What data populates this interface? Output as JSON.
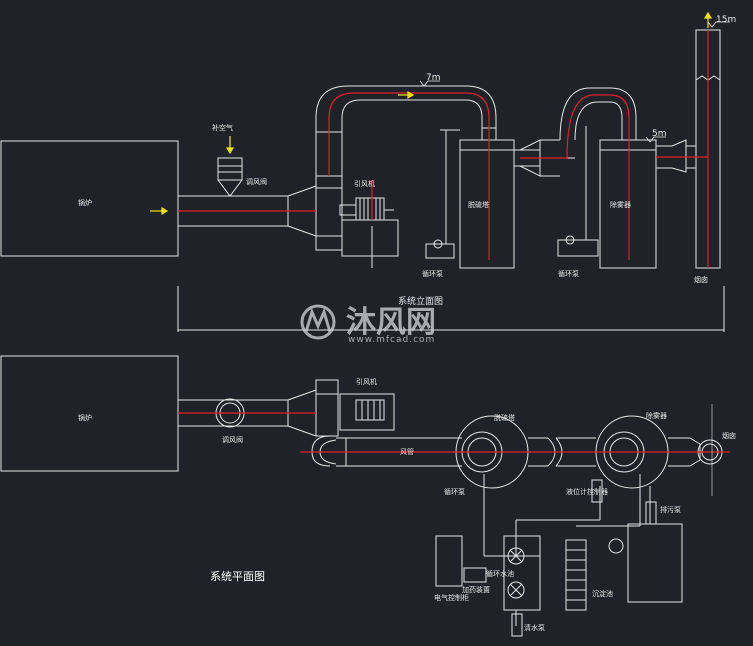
{
  "labels": {
    "elev_top": "15m",
    "elev_duct": "7m",
    "elev_mid": "5m",
    "boiler_elev": "锅炉",
    "boiler_plan": "锅炉",
    "air_supply": "补空气",
    "damper": "调风阀",
    "fan_elev": "引风机",
    "fan_plan": "引风机",
    "tower1_elev": "脱硫塔",
    "tower2_elev": "除雾器",
    "pump1": "循环泵",
    "pump2": "循环泵",
    "chimney": "烟囱",
    "elev_title": "系统立面图",
    "plan_damper": "调风阀",
    "plan_duct": "风管",
    "plan_tower1": "脱硫塔",
    "plan_tower2": "除雾器",
    "plan_chimney": "烟囱",
    "plan_pump_a": "循环泵",
    "plan_meter": "液位计控制器",
    "plan_tank": "循环水池",
    "plan_dosing": "加药装置",
    "plan_control": "电气控制柜",
    "plan_sludge": "沉淀池",
    "plan_pump_b": "排污泵",
    "plan_pump_c": "清水泵",
    "plan_title": "系统平面图"
  },
  "watermark": {
    "brand": "沐风网",
    "url": "www.mfcad.com"
  },
  "colors": {
    "background": "#1f2228",
    "line": "#e6e6e6",
    "centerline": "#e0202a",
    "arrow": "#f2e600"
  }
}
